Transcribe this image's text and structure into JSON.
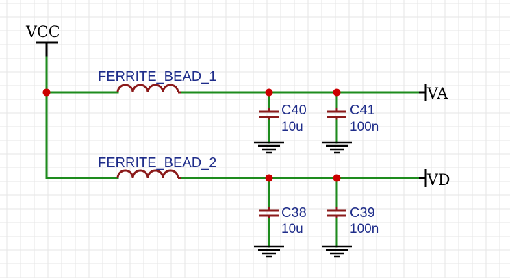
{
  "power": {
    "vcc": "VCC"
  },
  "nets": {
    "va": "VA",
    "vd": "VD"
  },
  "ferrite_beads": [
    {
      "designator": "FERRITE_BEAD_1"
    },
    {
      "designator": "FERRITE_BEAD_2"
    }
  ],
  "capacitors": [
    {
      "designator": "C40",
      "value": "10u"
    },
    {
      "designator": "C41",
      "value": "100n"
    },
    {
      "designator": "C38",
      "value": "10u"
    },
    {
      "designator": "C39",
      "value": "100n"
    }
  ],
  "colors": {
    "wire": "#1e8c1e",
    "component": "#8b1a1a",
    "junction": "#cc0000",
    "designator_text": "#1f2d8a",
    "grid": "#e6e6e6"
  }
}
